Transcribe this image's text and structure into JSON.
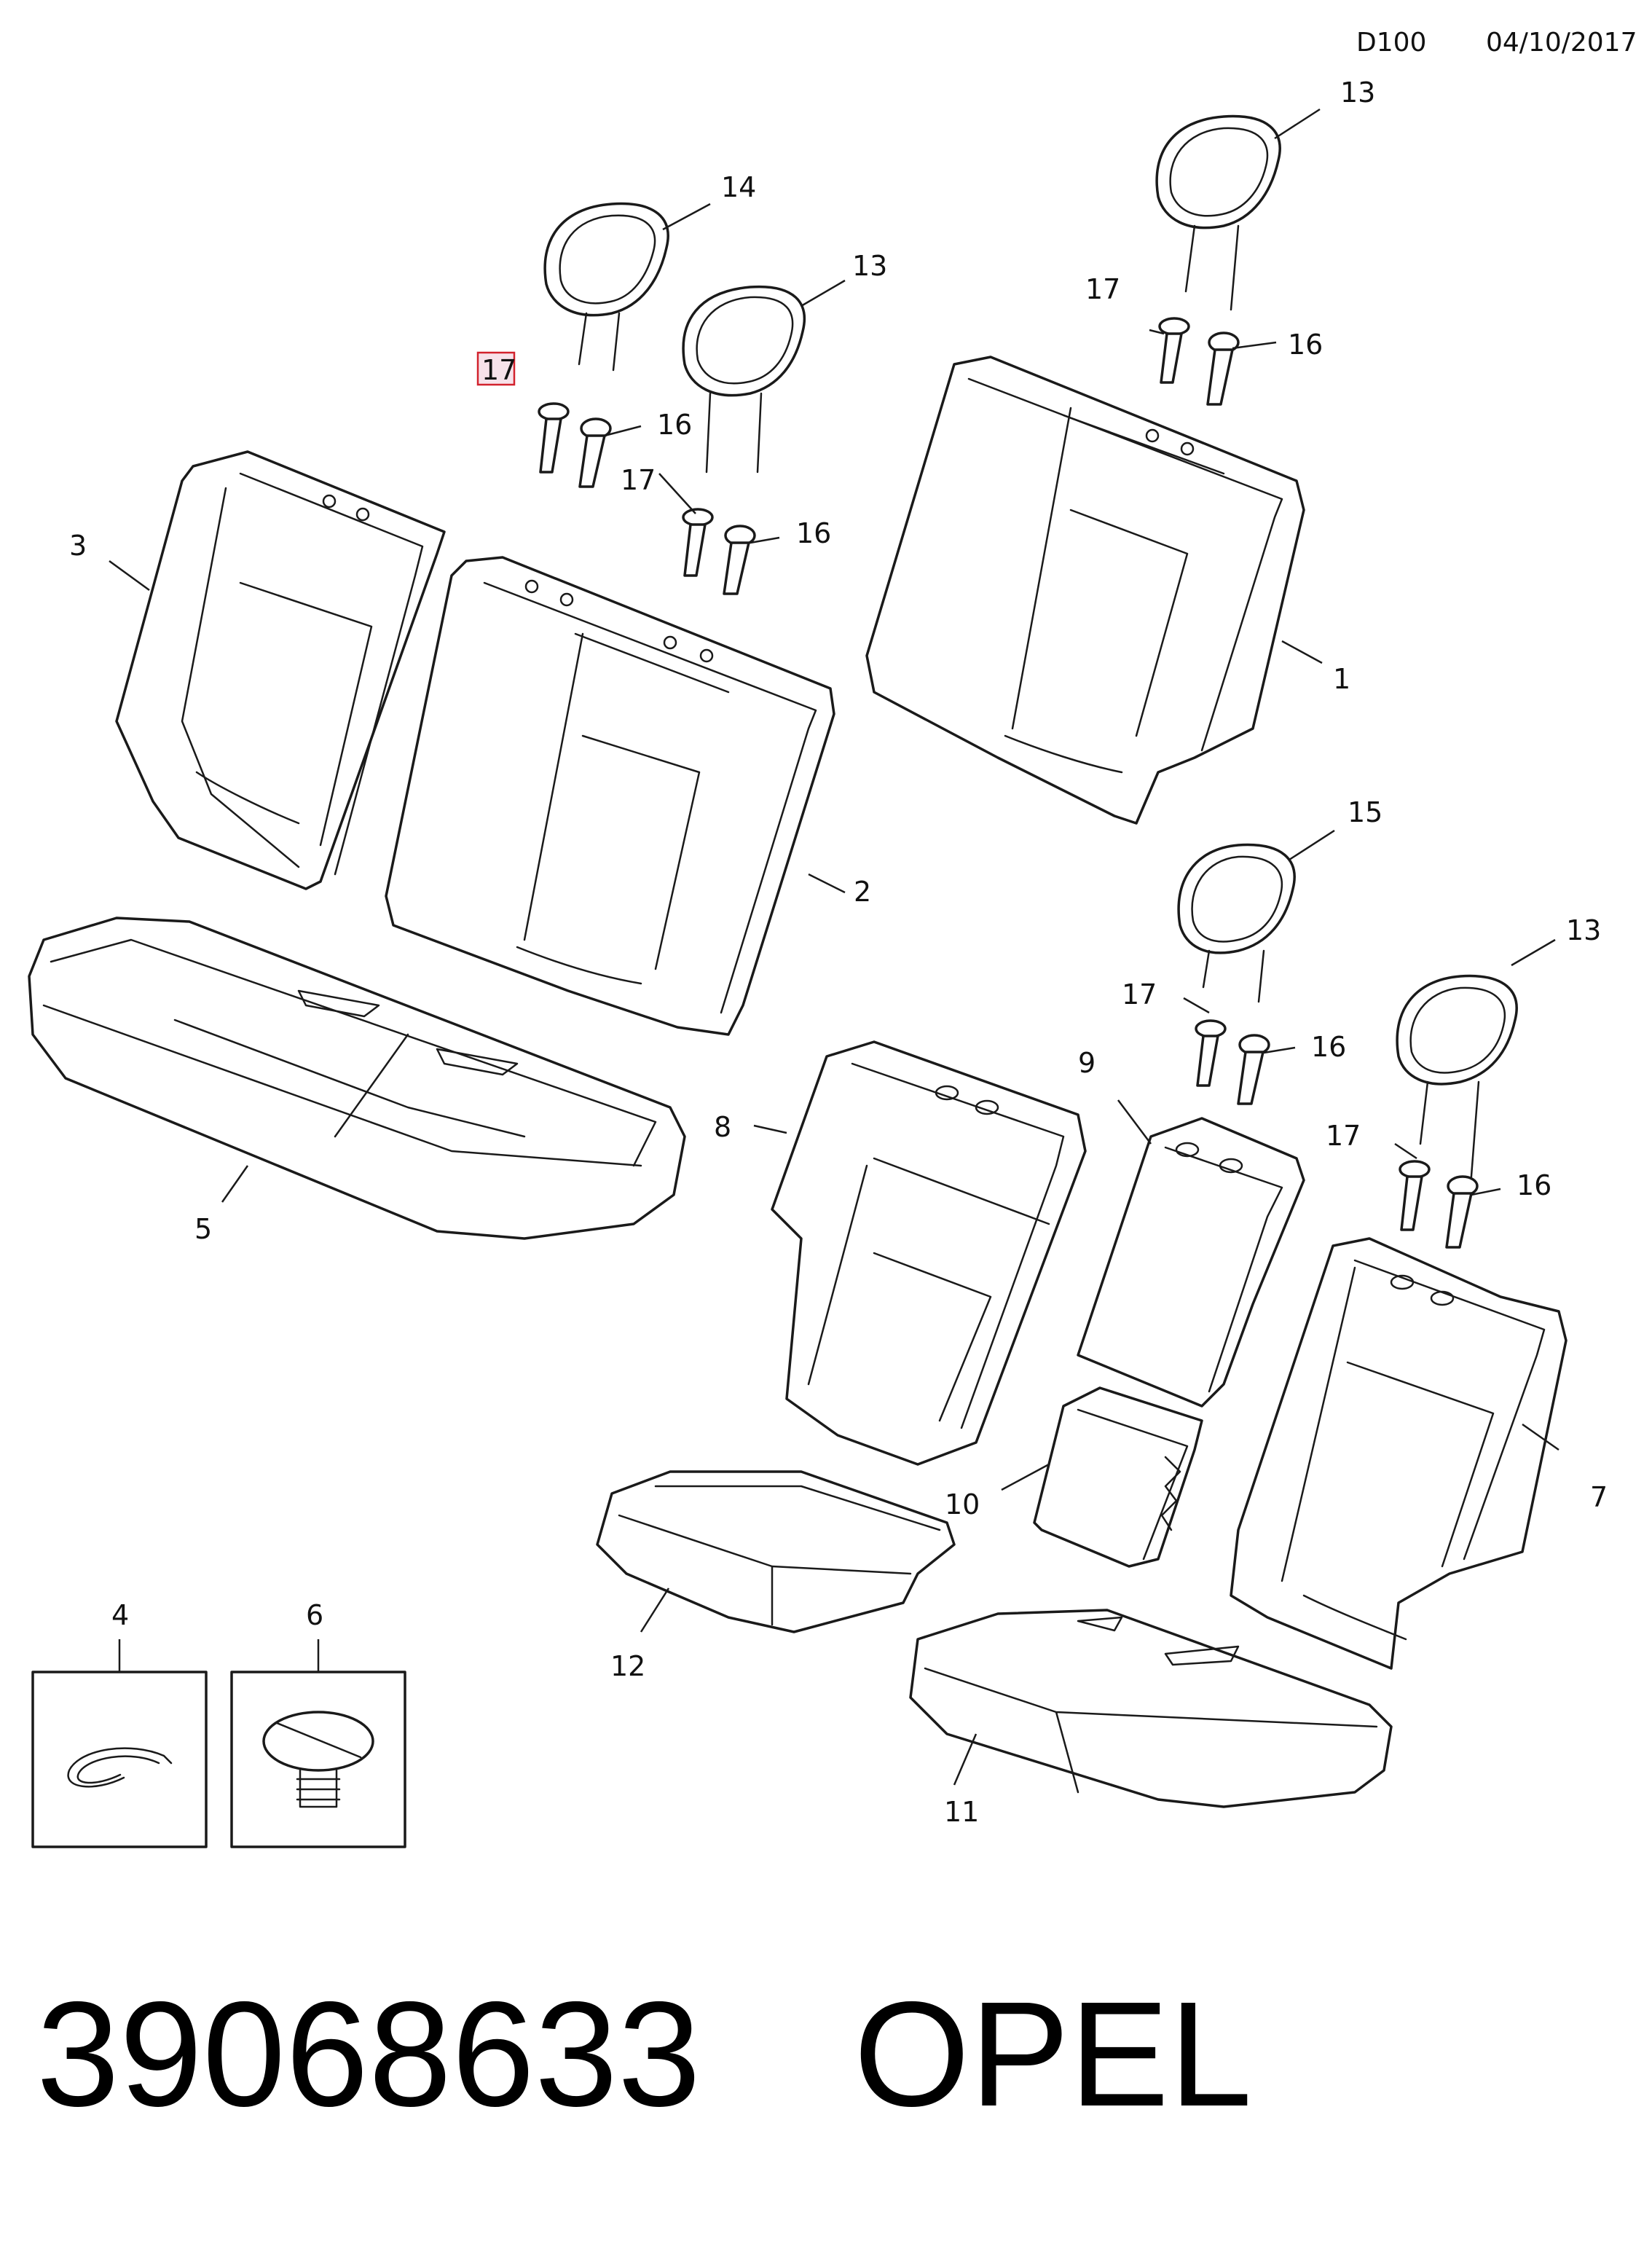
{
  "header": {
    "code": "D100",
    "date": "04/10/2017"
  },
  "callouts": {
    "c1": "1",
    "c2": "2",
    "c3": "3",
    "c4": "4",
    "c5": "5",
    "c6": "6",
    "c7": "7",
    "c8": "8",
    "c9": "9",
    "c10": "10",
    "c11": "11",
    "c12": "12",
    "c13a": "13",
    "c13b": "13",
    "c13c": "13",
    "c14": "14",
    "c15": "15",
    "c16a": "16",
    "c16b": "16",
    "c16c": "16",
    "c16d": "16",
    "c16e": "16",
    "c17a": "17",
    "c17b": "17",
    "c17c": "17",
    "c17d": "17",
    "c17e": "17"
  },
  "highlighted_callout": "17",
  "footer": {
    "part_number": "39068633",
    "brand": "OPEL"
  }
}
